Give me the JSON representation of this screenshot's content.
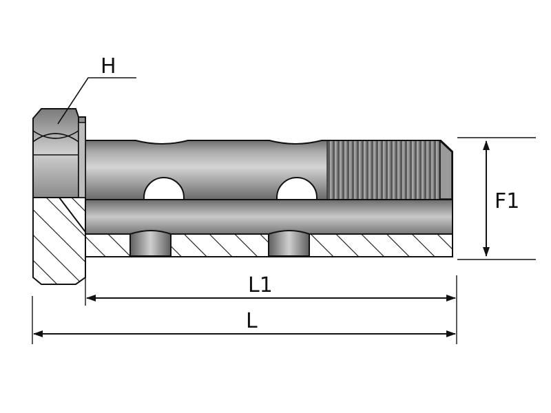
{
  "drawing": {
    "labels": {
      "hex_size": "H",
      "thread": "F1",
      "shank_length": "L1",
      "overall_length": "L"
    }
  }
}
